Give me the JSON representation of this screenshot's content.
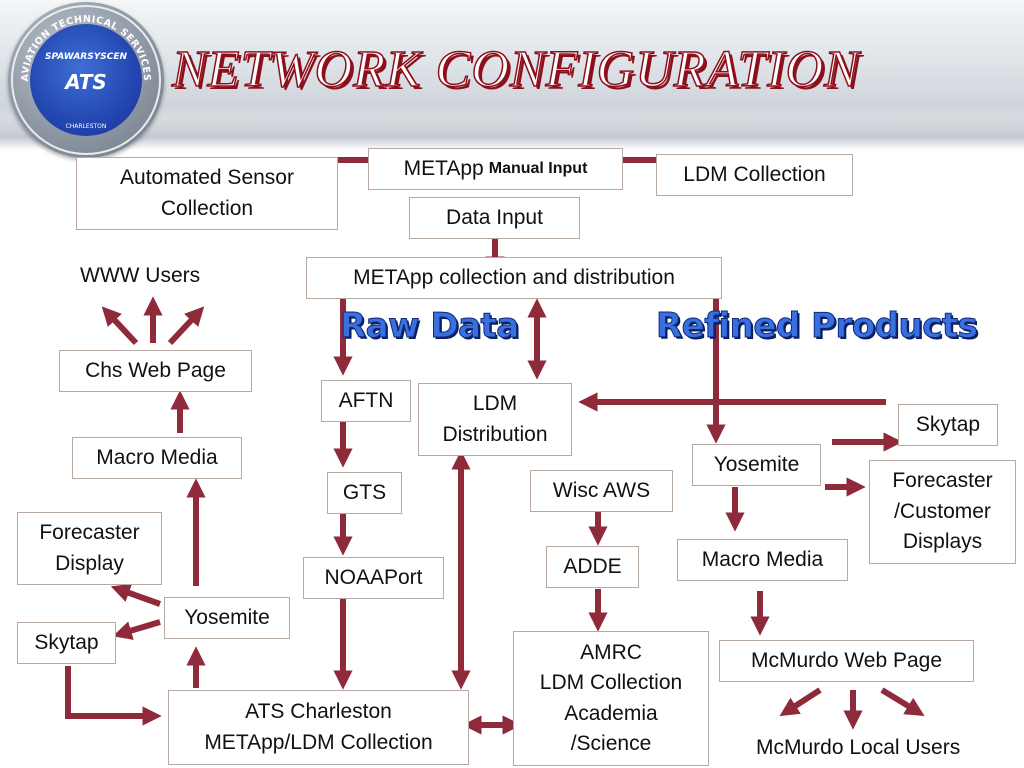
{
  "slide": {
    "title": "NETWORK CONFIGURATION",
    "logo": {
      "ring_top": "AVIATION TECHNICAL SERVICES",
      "center_top": "SPAWARSYSCEN",
      "center_main": "ATS",
      "ring_bottom": "CHARLESTON"
    },
    "accent_color": "#8e2a3a",
    "label_color": "#3a6fe0"
  },
  "diagram": {
    "labels": {
      "raw_data": "Raw Data",
      "refined_products": "Refined Products"
    },
    "nodes": {
      "automated_sensor": "Automated Sensor\nCollection",
      "metapp_manual": "METApp",
      "metapp_manual_suffix": "Manual Input",
      "ldm_collection_top": "LDM Collection",
      "data_input": "Data Input",
      "metapp_collection": "METApp collection and distribution",
      "www_users": "WWW Users",
      "chs_web_page": "Chs Web Page",
      "macro_media_left": "Macro Media",
      "forecaster_display": "Forecaster\nDisplay",
      "yosemite_left": "Yosemite",
      "skytap_left": "Skytap",
      "aftn": "AFTN",
      "gts": "GTS",
      "noaaport": "NOAAPort",
      "ldm_distribution": "LDM\nDistribution",
      "wisc_aws": "Wisc AWS",
      "adde": "ADDE",
      "amrc": "AMRC\nLDM Collection\nAcademia\n/Science",
      "ats_charleston": "ATS Charleston\nMETApp/LDM Collection",
      "skytap_right": "Skytap",
      "yosemite_right": "Yosemite",
      "forecaster_customer": "Forecaster\n/Customer\nDisplays",
      "macro_media_right": "Macro Media",
      "mcmurdo_web": "McMurdo Web Page",
      "mcmurdo_users": "McMurdo Local Users"
    }
  }
}
